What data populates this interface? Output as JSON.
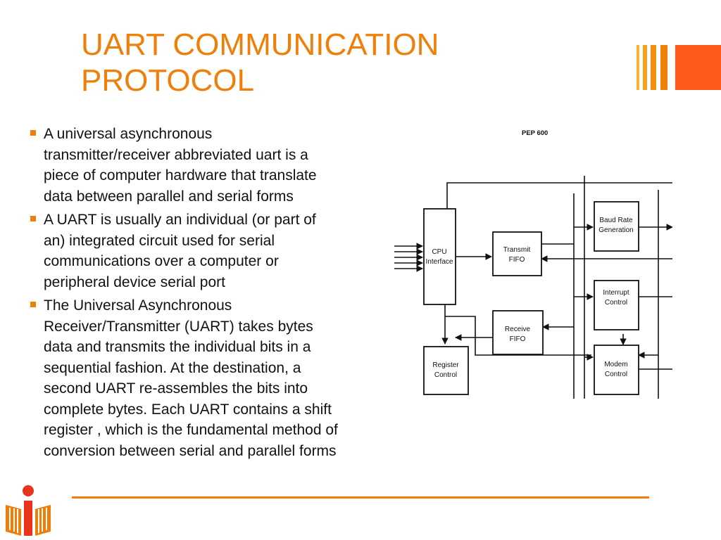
{
  "slide": {
    "title_line1": "UART COMMUNICATION",
    "title_line2": "PROTOCOL"
  },
  "bullets": [
    {
      "lines": [
        "A universal asynchronous",
        "transmitter/receiver abbreviated  uart is a",
        "piece of computer hardware that translate",
        "data between parallel and serial forms"
      ]
    },
    {
      "lines": [
        "A UART is usually an individual (or part of",
        "an) integrated circuit used for serial",
        "communications over a computer or",
        "peripheral device serial port"
      ]
    },
    {
      "lines": [
        "The Universal Asynchronous",
        "Receiver/Transmitter (UART) takes bytes",
        "data and transmits the individual bits in a",
        "sequential fashion.  At the destination, a",
        "second UART re-assembles the bits into",
        "complete bytes. Each UART contains a shift",
        "register , which is the fundamental method of",
        "conversion between serial and parallel forms"
      ]
    }
  ],
  "diagram": {
    "caption": "PEP 600",
    "blocks": {
      "cpu_line1": "CPU",
      "cpu_line2": "Interface",
      "transmit_line1": "Transmit",
      "transmit_line2": "FIFO",
      "receive_line1": "Receive",
      "receive_line2": "FIFO",
      "register_line1": "Register",
      "register_line2": "Control",
      "baud_line1": "Baud Rate",
      "baud_line2": "Generation",
      "interrupt_line1": "Interrupt",
      "interrupt_line2": "Control",
      "modem_line1": "Modem",
      "modem_line2": "Control"
    }
  },
  "colors": {
    "accent": "#f07f09",
    "accent_red": "#ff5a1a",
    "text": "#111111",
    "logo_red": "#e8341c"
  }
}
